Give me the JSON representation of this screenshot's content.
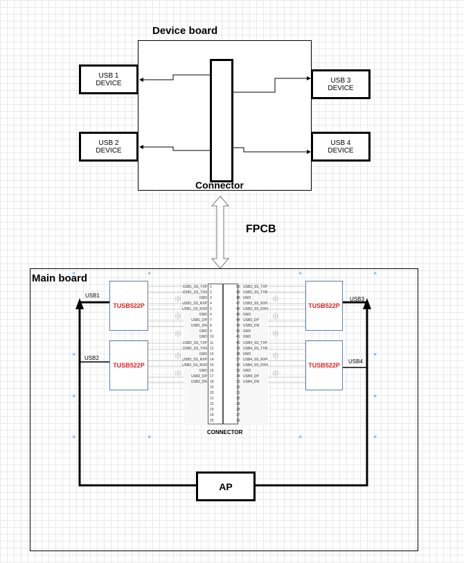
{
  "device_board": {
    "title": "Device board",
    "connector_label": "Connector",
    "devices": [
      {
        "line1": "USB 1",
        "line2": "DEVICE"
      },
      {
        "line1": "USB 2",
        "line2": "DEVICE"
      },
      {
        "line1": "USB 3",
        "line2": "DEVICE"
      },
      {
        "line1": "USB 4",
        "line2": "DEVICE"
      }
    ]
  },
  "fpcb_label": "FPCB",
  "main_board": {
    "title": "Main board",
    "chip_label": "TUSB522P",
    "usb_labels": [
      "USB1",
      "USB2",
      "USB3",
      "USB4"
    ],
    "connector_caption": "CONNECTOR",
    "ap_label": "AP",
    "left_pins": [
      "USB1_SS_TXP",
      "USB1_SS_TXN",
      "GND",
      "USB1_SS_RXP",
      "USB1_SS_RXN",
      "GND",
      "USB1_DP",
      "USB1_DN",
      "GND",
      "GND",
      "USB2_SS_TXP",
      "USB2_SS_TXN",
      "GND",
      "USB2_SS_RXP",
      "USB2_SS_RXN",
      "GND",
      "USB2_DP",
      "USB2_DN"
    ],
    "right_pins": [
      "USB3_SS_TXP",
      "USB3_SS_TXN",
      "GND",
      "USB3_SS_RXP",
      "USB3_SS_RXN",
      "GND",
      "USB3_DP",
      "USB3_DN",
      "GND",
      "GND",
      "USB4_SS_TXP",
      "USB4_SS_TXN",
      "GND",
      "USB4_SS_RXP",
      "USB4_SS_RXN",
      "GND",
      "USB4_DP",
      "USB4_DN"
    ],
    "left_numbers": [
      "1",
      "2",
      "3",
      "4",
      "5",
      "6",
      "7",
      "8",
      "9",
      "10",
      "11",
      "12",
      "13",
      "14",
      "15",
      "16",
      "17",
      "18",
      "19",
      "20",
      "21",
      "22",
      "23",
      "24",
      "25"
    ],
    "right_numbers": [
      "50",
      "49",
      "48",
      "47",
      "46",
      "45",
      "44",
      "43",
      "42",
      "41",
      "40",
      "39",
      "38",
      "37",
      "36",
      "35",
      "34",
      "33",
      "32",
      "31",
      "30",
      "29",
      "28",
      "27",
      "26"
    ]
  }
}
